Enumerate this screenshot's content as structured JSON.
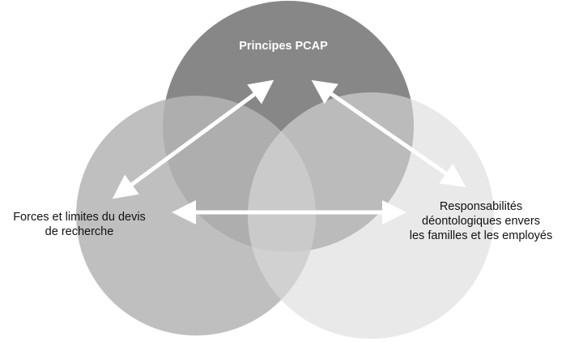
{
  "diagram": {
    "circles": [
      {
        "id": "top",
        "color": "#878787",
        "opacity": 1
      },
      {
        "id": "left",
        "color": "#b4b4b4",
        "opacity": 0.86
      },
      {
        "id": "right",
        "color": "#dcdcdc",
        "opacity": 0.62
      }
    ],
    "arrow_color": "#ffffff",
    "labels": {
      "top": "Principes PCAP",
      "left_line1": "Forces et limites du devis",
      "left_line2": "de recherche",
      "right_line1": "Responsabilités",
      "right_line2": "déontologiques envers",
      "right_line3": "les familles et les employés"
    }
  }
}
